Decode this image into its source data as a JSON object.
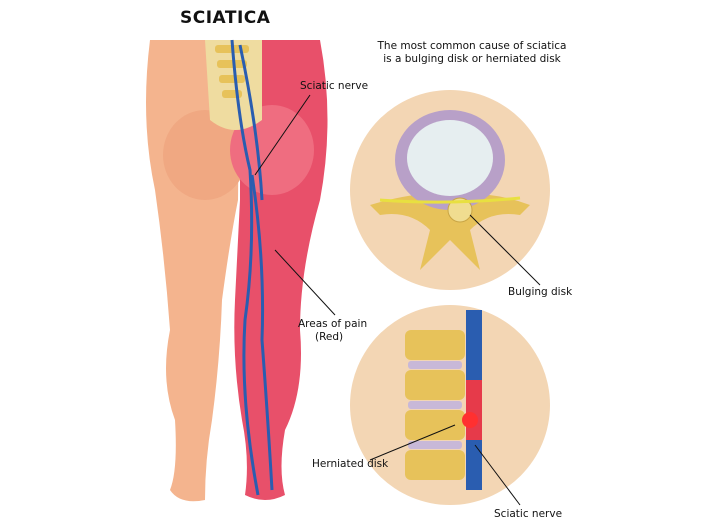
{
  "title": "SCIATICA",
  "caption_line1": "The most common cause of sciatica",
  "caption_line2": "is a bulging disk or herniated disk",
  "labels": {
    "sciatic_nerve_top": "Sciatic nerve",
    "areas_of_pain_line1": "Areas of pain",
    "areas_of_pain_line2": "(Red)",
    "bulging_disk": "Bulging disk",
    "herniated_disk": "Herniated disk",
    "sciatic_nerve_bottom": "Sciatic nerve"
  },
  "colors": {
    "skin": "#f4b48e",
    "pain": "#e8506a",
    "nerve": "#2a5db0",
    "bone": "#e7c25a",
    "circle": "#f3d6b4"
  }
}
